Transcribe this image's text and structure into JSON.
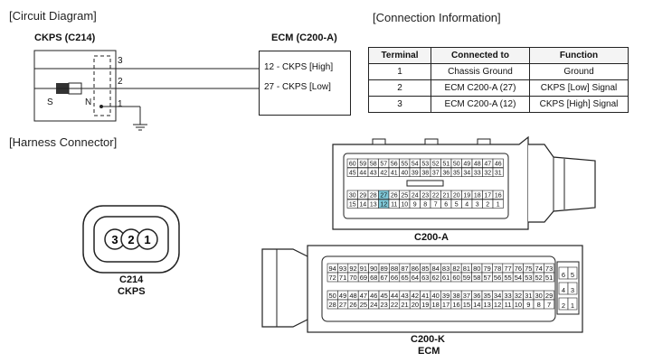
{
  "circuit": {
    "title": "[Circuit Diagram]",
    "sensor_label": "CKPS (C214)",
    "ecm_label": "ECM (C200-A)",
    "wire_numbers": [
      "3",
      "2",
      "1"
    ],
    "sensor_terminals": [
      "S",
      "N"
    ],
    "ecm_pins": [
      {
        "pin": "12 - CKPS [High]"
      },
      {
        "pin": "27 - CKPS [Low]"
      }
    ]
  },
  "connection": {
    "title": "[Connection Information]",
    "headers": [
      "Terminal",
      "Connected to",
      "Function"
    ],
    "rows": [
      [
        "1",
        "Chassis Ground",
        "Ground"
      ],
      [
        "2",
        "ECM C200-A (27)",
        "CKPS [Low] Signal"
      ],
      [
        "3",
        "ECM C200-A (12)",
        "CKPS [High] Signal"
      ]
    ]
  },
  "harness": {
    "title": "[Harness Connector]",
    "c214": {
      "pins": [
        "3",
        "2",
        "1"
      ],
      "label": "C214",
      "sublabel": "CKPS"
    },
    "c200a": {
      "label": "C200-A",
      "row1": [
        "60",
        "59",
        "58",
        "57",
        "56",
        "55",
        "54",
        "53",
        "52",
        "51",
        "50",
        "49",
        "48",
        "47",
        "46"
      ],
      "row2": [
        "45",
        "44",
        "43",
        "42",
        "41",
        "40",
        "39",
        "38",
        "37",
        "36",
        "35",
        "34",
        "33",
        "32",
        "31"
      ],
      "row3": [
        "30",
        "29",
        "28",
        "27",
        "26",
        "25",
        "24",
        "23",
        "22",
        "21",
        "20",
        "19",
        "18",
        "17",
        "16"
      ],
      "row4": [
        "15",
        "14",
        "13",
        "12",
        "11",
        "10",
        "9",
        "8",
        "7",
        "6",
        "5",
        "4",
        "3",
        "2",
        "1"
      ],
      "highlight": [
        "27",
        "12"
      ],
      "highlight_color": "#7ec8d8"
    },
    "c200k": {
      "label": "C200-K",
      "sublabel": "ECM",
      "row1": [
        "94",
        "93",
        "92",
        "91",
        "90",
        "89",
        "88",
        "87",
        "86",
        "85",
        "84",
        "83",
        "82",
        "81",
        "80",
        "79",
        "78",
        "77",
        "76",
        "75",
        "74",
        "73"
      ],
      "row2": [
        "72",
        "71",
        "70",
        "69",
        "68",
        "67",
        "66",
        "65",
        "64",
        "63",
        "62",
        "61",
        "60",
        "59",
        "58",
        "57",
        "56",
        "55",
        "54",
        "53",
        "52",
        "51"
      ],
      "row3": [
        "50",
        "49",
        "48",
        "47",
        "46",
        "45",
        "44",
        "43",
        "42",
        "41",
        "40",
        "39",
        "38",
        "37",
        "36",
        "35",
        "34",
        "33",
        "32",
        "31",
        "30",
        "29"
      ],
      "row4": [
        "28",
        "27",
        "26",
        "25",
        "24",
        "23",
        "22",
        "21",
        "20",
        "19",
        "18",
        "17",
        "16",
        "15",
        "14",
        "13",
        "12",
        "11",
        "10",
        "9",
        "8",
        "7"
      ],
      "side": [
        [
          "6",
          "5"
        ],
        [
          "4",
          "3"
        ],
        [
          "2",
          "1"
        ]
      ]
    }
  }
}
